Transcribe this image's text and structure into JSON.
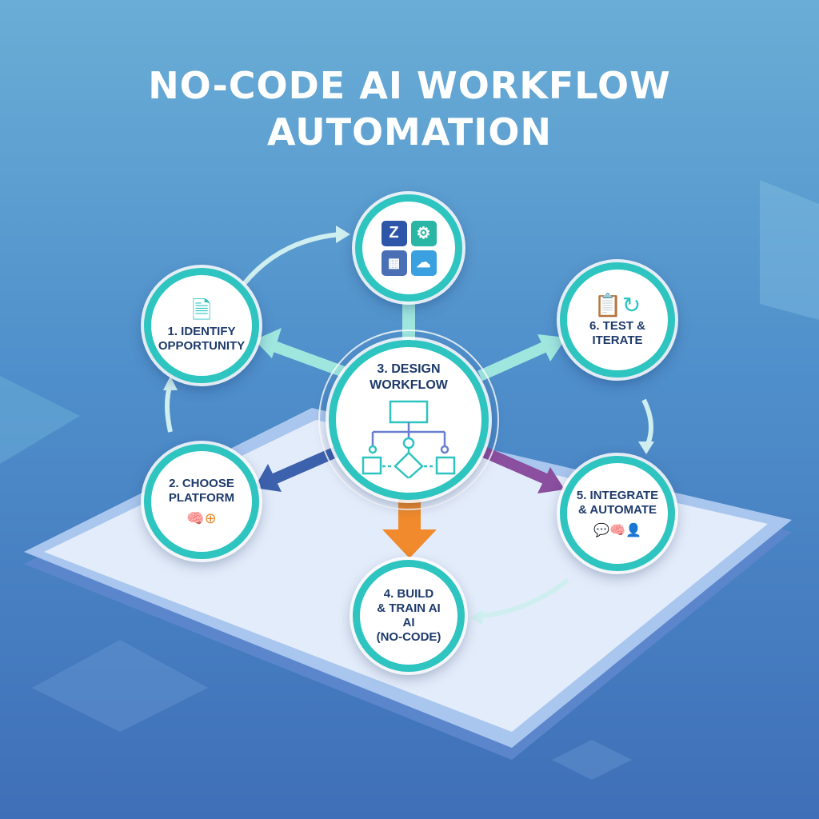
{
  "title": [
    "NO-CODE AI WORKFLOW",
    "AUTOMATION"
  ],
  "steps": {
    "identify": "1. IDENTIFY\nOPPORTUNITY",
    "identify_l1": "1. IDENTIFY",
    "identify_l2": "OPPORTUNITY",
    "choose_l1": "2. CHOOSE",
    "choose_l2": "PLATFORM",
    "design_l1": "3. DESIGN",
    "design_l2": "WORKFLOW",
    "build_l1": "4. BUILD",
    "build_l2": "& TRAIN AI",
    "build_l3": "AI",
    "build_l4": "(NO-CODE)",
    "integrate_l1": "5. INTEGRATE",
    "integrate_l2": "& AUTOMATE",
    "test_l1": "6. TEST &",
    "test_l2": "ITERATE"
  },
  "apps": {
    "z_letter": "Z"
  },
  "colors": {
    "teal": "#2ec4c0",
    "navy": "#1e3a6b",
    "orange": "#f08a2c",
    "purple": "#8a4f9e",
    "blue_arrow": "#3d62ad",
    "light_arrow": "#9fe6df"
  }
}
